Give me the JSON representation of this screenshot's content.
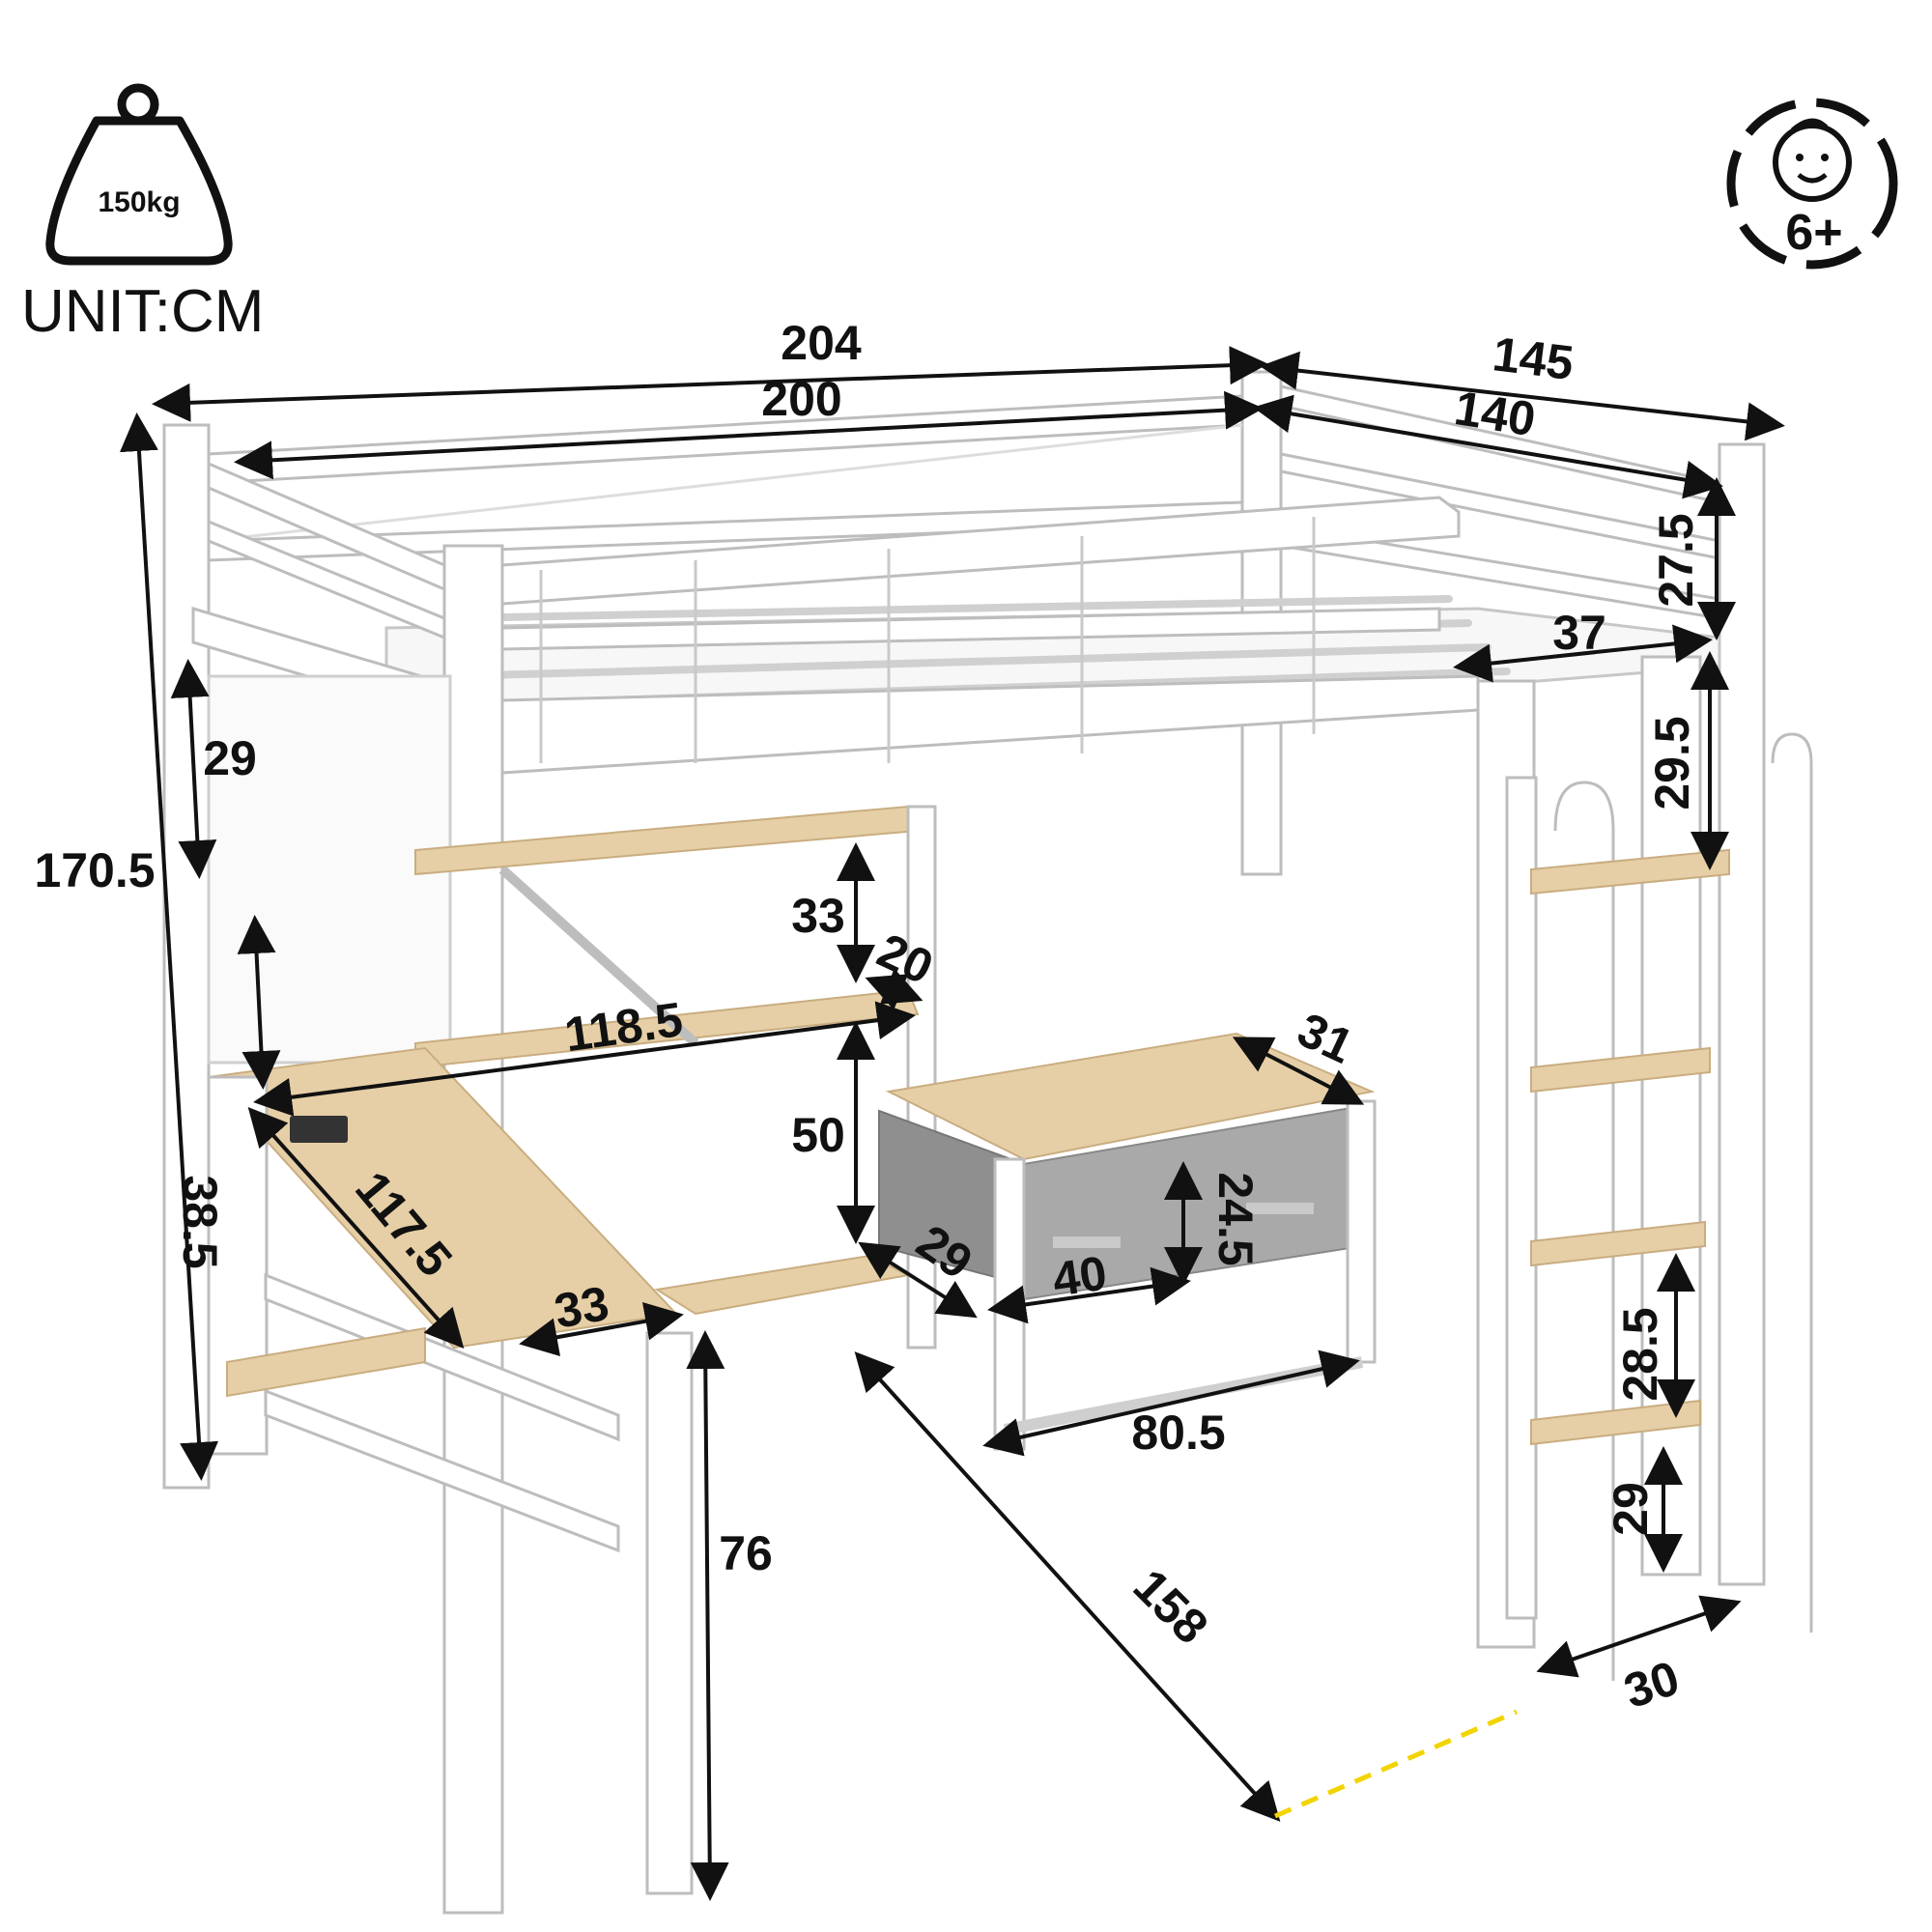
{
  "badges": {
    "weight_capacity": "150kg",
    "unit": "UNIT:CM",
    "age": "6+",
    "weight_icon": "weight-icon",
    "child_icon": "child-face-icon"
  },
  "colors": {
    "frame": "#ffffff",
    "wood": "#e6cfa6",
    "drawer": "#a9a9a9",
    "arrow": "#111111",
    "dashed_guide": "#f2d400"
  },
  "dimensions": {
    "total_length": "204",
    "inner_length": "200",
    "total_width": "145",
    "inner_width": "140",
    "guardrail_height": "27.5",
    "ladder_opening": "37",
    "ladder_step_top": "29.5",
    "total_height": "170.5",
    "under_bed_upper": "29",
    "shelf_height": "33",
    "shelf_depth": "20",
    "shelf_length": "118.5",
    "desk_to_shelf": "50",
    "cabinet_depth": "31",
    "desk_length": "117.5",
    "desk_left_height": "38.5",
    "desk_depth": "33",
    "drawer_depth": "29",
    "drawer_width": "40",
    "drawer_height": "24.5",
    "cabinet_width": "80.5",
    "desk_height": "76",
    "floor_depth": "158",
    "ladder_width": "30",
    "step_gap": "28.5",
    "bottom_step": "29"
  }
}
